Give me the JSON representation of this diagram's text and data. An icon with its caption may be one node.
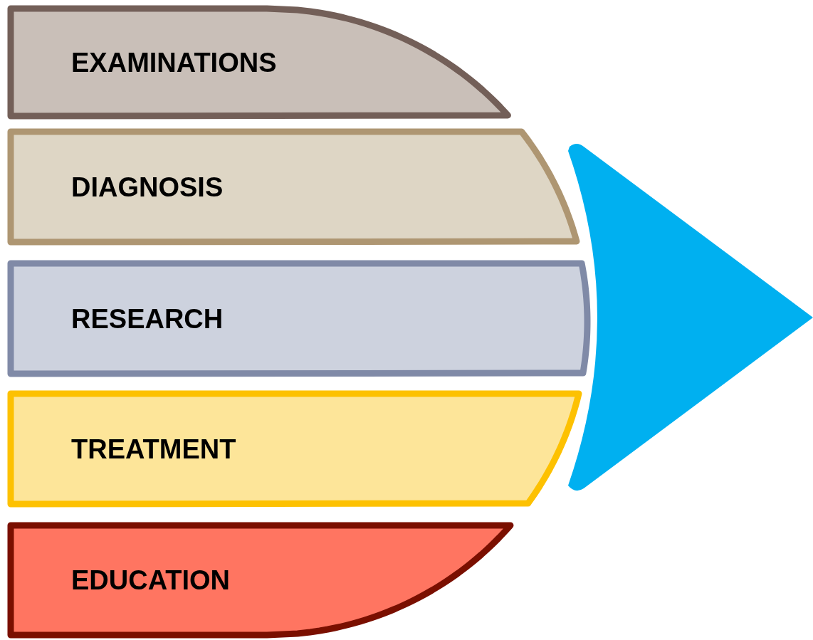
{
  "diagram": {
    "nodes": [
      {
        "text": [
          "EXAMINATIONS"
        ]
      },
      {
        "text": [
          "DIAGNOSIS"
        ]
      },
      {
        "text": [
          "RESEARCH"
        ]
      },
      {
        "text": [
          "TREATMENT"
        ]
      },
      {
        "text": [
          "EDUCATION"
        ]
      },
      {
        "text": [],
        "shape": "triangle"
      }
    ]
  }
}
